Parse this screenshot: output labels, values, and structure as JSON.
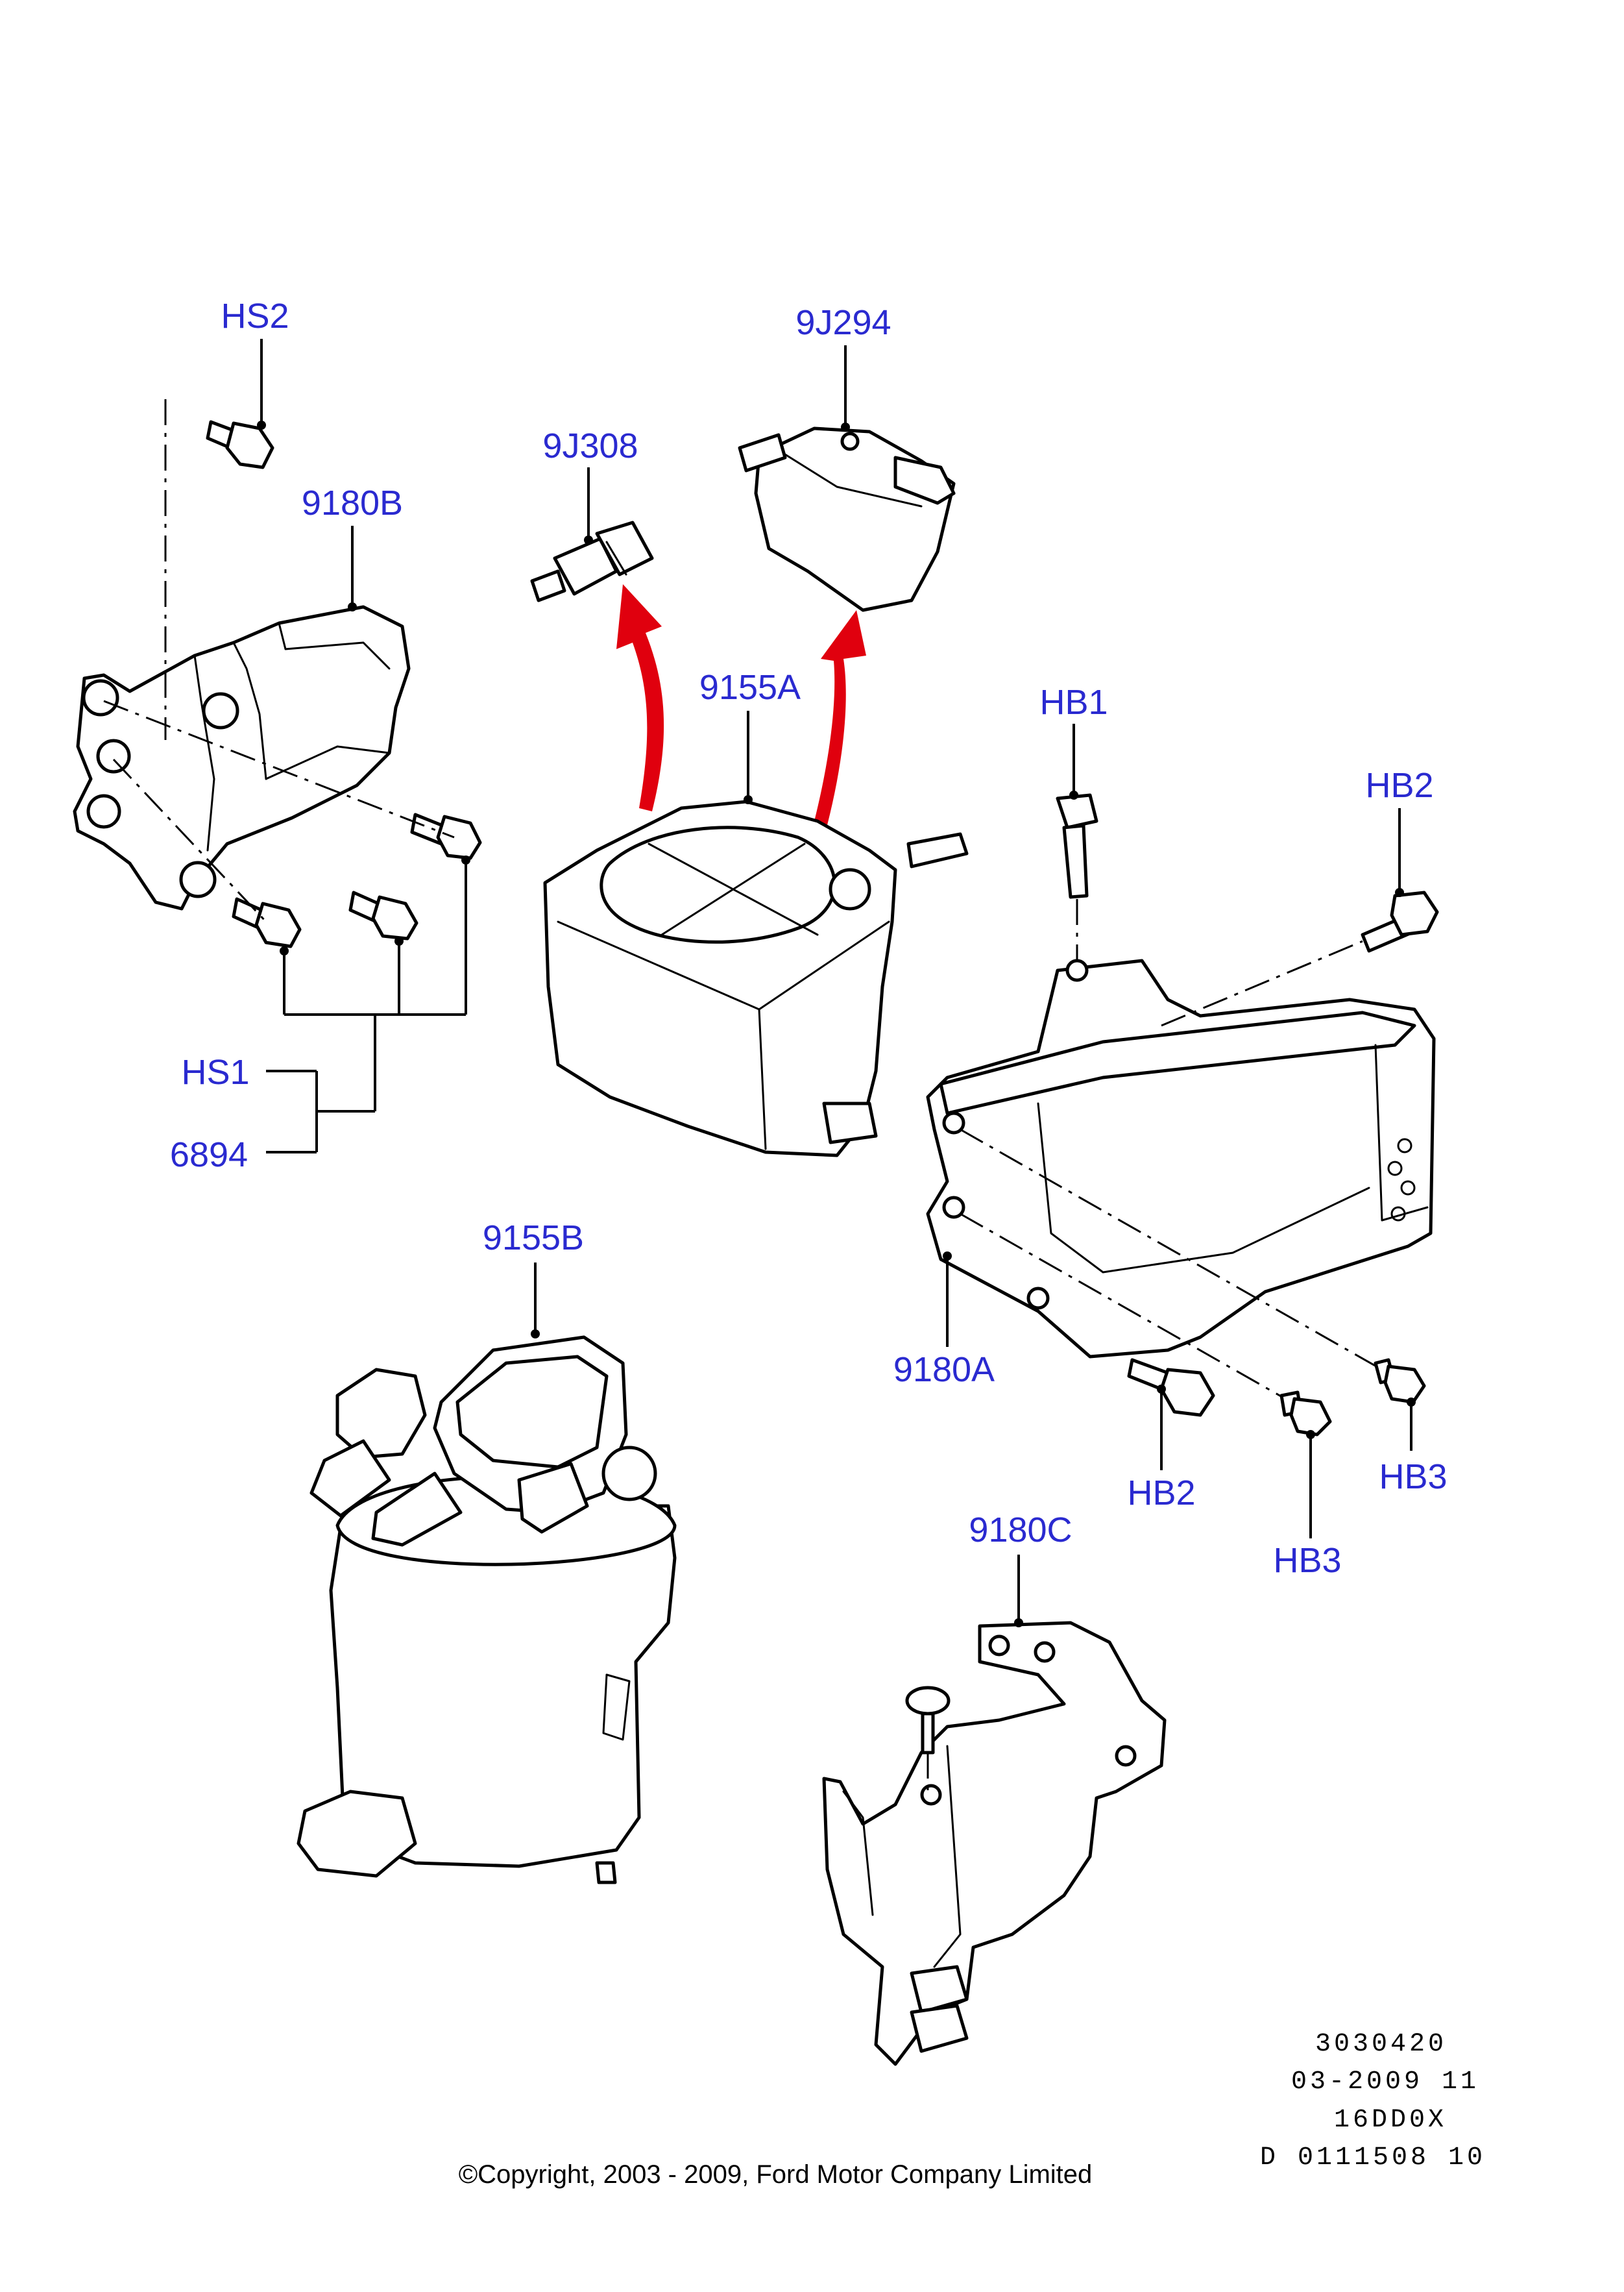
{
  "callouts": {
    "hs2": "HS2",
    "j294": "9J294",
    "j308": "9J308",
    "b9180": "9180B",
    "a9155": "9155A",
    "hb1": "HB1",
    "hb2_top": "HB2",
    "hs1": "HS1",
    "n6894": "6894",
    "b9155": "9155B",
    "a9180": "9180A",
    "hb2_bottom": "HB2",
    "hb3_right": "HB3",
    "hb3_bottom": "HB3",
    "c9180": "9180C"
  },
  "footer": {
    "ref_lines": [
      "3030420",
      "03-2009 11",
      "16DD0X",
      "D 0111508 10"
    ],
    "copyright": "©Copyright, 2003 - 2009, Ford Motor Company Limited"
  },
  "colors": {
    "callout_text": "#2a2ad0",
    "direction_arrow": "#e0000e",
    "line_art": "#000000"
  }
}
